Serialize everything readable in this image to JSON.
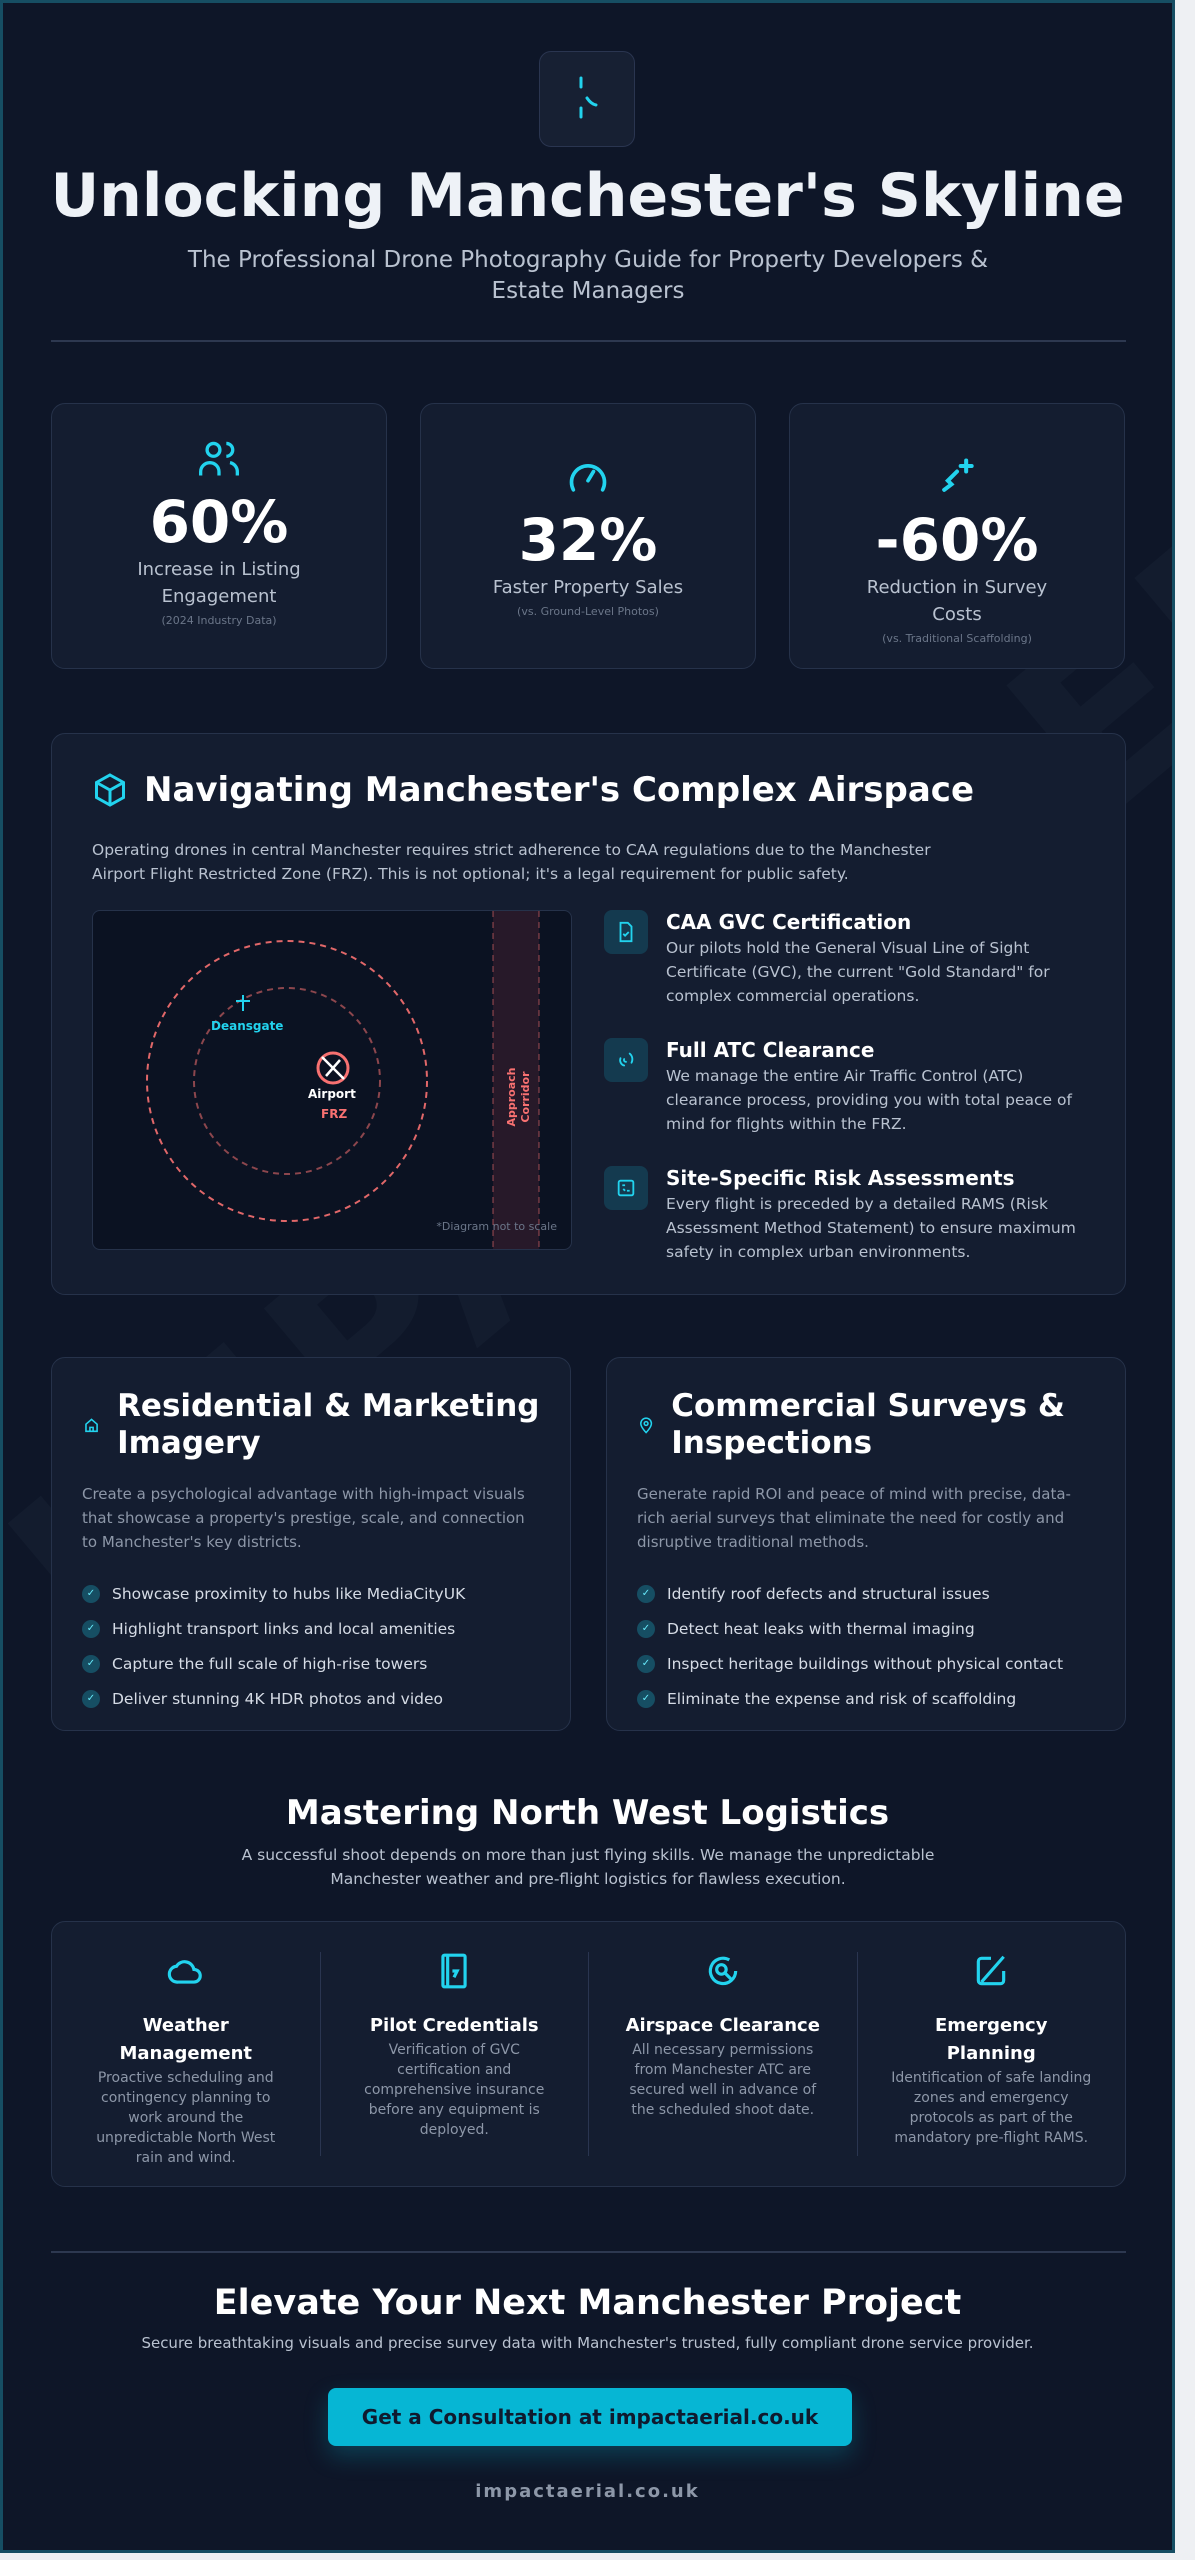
{
  "watermark": "IMPACT AERIAL CO.",
  "colors": {
    "accent": "#22d3ee",
    "background": "#0e1628",
    "danger": "#ef4444",
    "button": "#06b6d4"
  },
  "header": {
    "logo_icon": "drone-icon",
    "title": "Unlocking Manchester's Skyline",
    "subtitle": "The Professional Drone Photography Guide for Property Developers & Estate Managers"
  },
  "stats": [
    {
      "icon": "users-icon",
      "value": "60%",
      "label": "Increase in Listing Engagement",
      "note": "(2024 Industry Data)"
    },
    {
      "icon": "gauge-icon",
      "value": "32%",
      "label": "Faster Property Sales",
      "note": "(vs. Ground-Level Photos)"
    },
    {
      "icon": "sparkle-icon",
      "value": "-60%",
      "label": "Reduction in Survey Costs",
      "note": "(vs. Traditional Scaffolding)"
    }
  ],
  "airspace": {
    "icon": "cube-icon",
    "title": "Navigating Manchester's Complex Airspace",
    "intro": "Operating drones in central Manchester requires strict adherence to CAA regulations due to the Manchester Airport Flight Restricted Zone (FRZ). This is not optional; it's a legal requirement for public safety.",
    "diagram": {
      "deansgate": "Deansgate",
      "airport": "Airport",
      "frz": "FRZ",
      "corridor": "Approach Corridor",
      "note": "*Diagram not to scale"
    },
    "features": [
      {
        "icon": "certificate-icon",
        "title": "CAA GVC Certification",
        "text": "Our pilots hold the General Visual Line of Sight Certificate (GVC), the current \"Gold Standard\" for complex commercial operations."
      },
      {
        "icon": "radio-icon",
        "title": "Full ATC Clearance",
        "text": "We manage the entire Air Traffic Control (ATC) clearance process, providing you with total peace of mind for flights within the FRZ."
      },
      {
        "icon": "assessment-icon",
        "title": "Site-Specific Risk Assessments",
        "text": "Every flight is preceded by a detailed RAMS (Risk Assessment Method Statement) to ensure maximum safety in complex urban environments."
      }
    ]
  },
  "services": [
    {
      "icon": "home-icon",
      "title": "Residential & Marketing Imagery",
      "text": "Create a psychological advantage with high-impact visuals that showcase a property's prestige, scale, and connection to Manchester's key districts.",
      "items": [
        "Showcase proximity to hubs like MediaCityUK",
        "Highlight transport links and local amenities",
        "Capture the full scale of high-rise towers",
        "Deliver stunning 4K HDR photos and video"
      ]
    },
    {
      "icon": "map-pin-icon",
      "title": "Commercial Surveys & Inspections",
      "text": "Generate rapid ROI and peace of mind with precise, data-rich aerial surveys that eliminate the need for costly and disruptive traditional methods.",
      "items": [
        "Identify roof defects and structural issues",
        "Detect heat leaks with thermal imaging",
        "Inspect heritage buildings without physical contact",
        "Eliminate the expense and risk of scaffolding"
      ]
    }
  ],
  "logistics": {
    "title": "Mastering North West Logistics",
    "subtitle": "A successful shoot depends on more than just flying skills. We manage the unpredictable Manchester weather and pre-flight logistics for flawless execution.",
    "items": [
      {
        "icon": "cloud-icon",
        "title": "Weather Management",
        "text": "Proactive scheduling and contingency planning to work around the unpredictable North West rain and wind."
      },
      {
        "icon": "id-card-icon",
        "title": "Pilot Credentials",
        "text": "Verification of GVC certification and comprehensive insurance before any equipment is deployed."
      },
      {
        "icon": "radar-icon",
        "title": "Airspace Clearance",
        "text": "All necessary permissions from Manchester ATC are secured well in advance of the scheduled shoot date."
      },
      {
        "icon": "emergency-icon",
        "title": "Emergency Planning",
        "text": "Identification of safe landing zones and emergency protocols as part of the mandatory pre-flight RAMS."
      }
    ]
  },
  "cta": {
    "title": "Elevate Your Next Manchester Project",
    "subtitle": "Secure breathtaking visuals and precise survey data with Manchester's trusted, fully compliant drone service provider.",
    "button": "Get a Consultation at impactaerial.co.uk",
    "footer": "impactaerial.co.uk"
  }
}
